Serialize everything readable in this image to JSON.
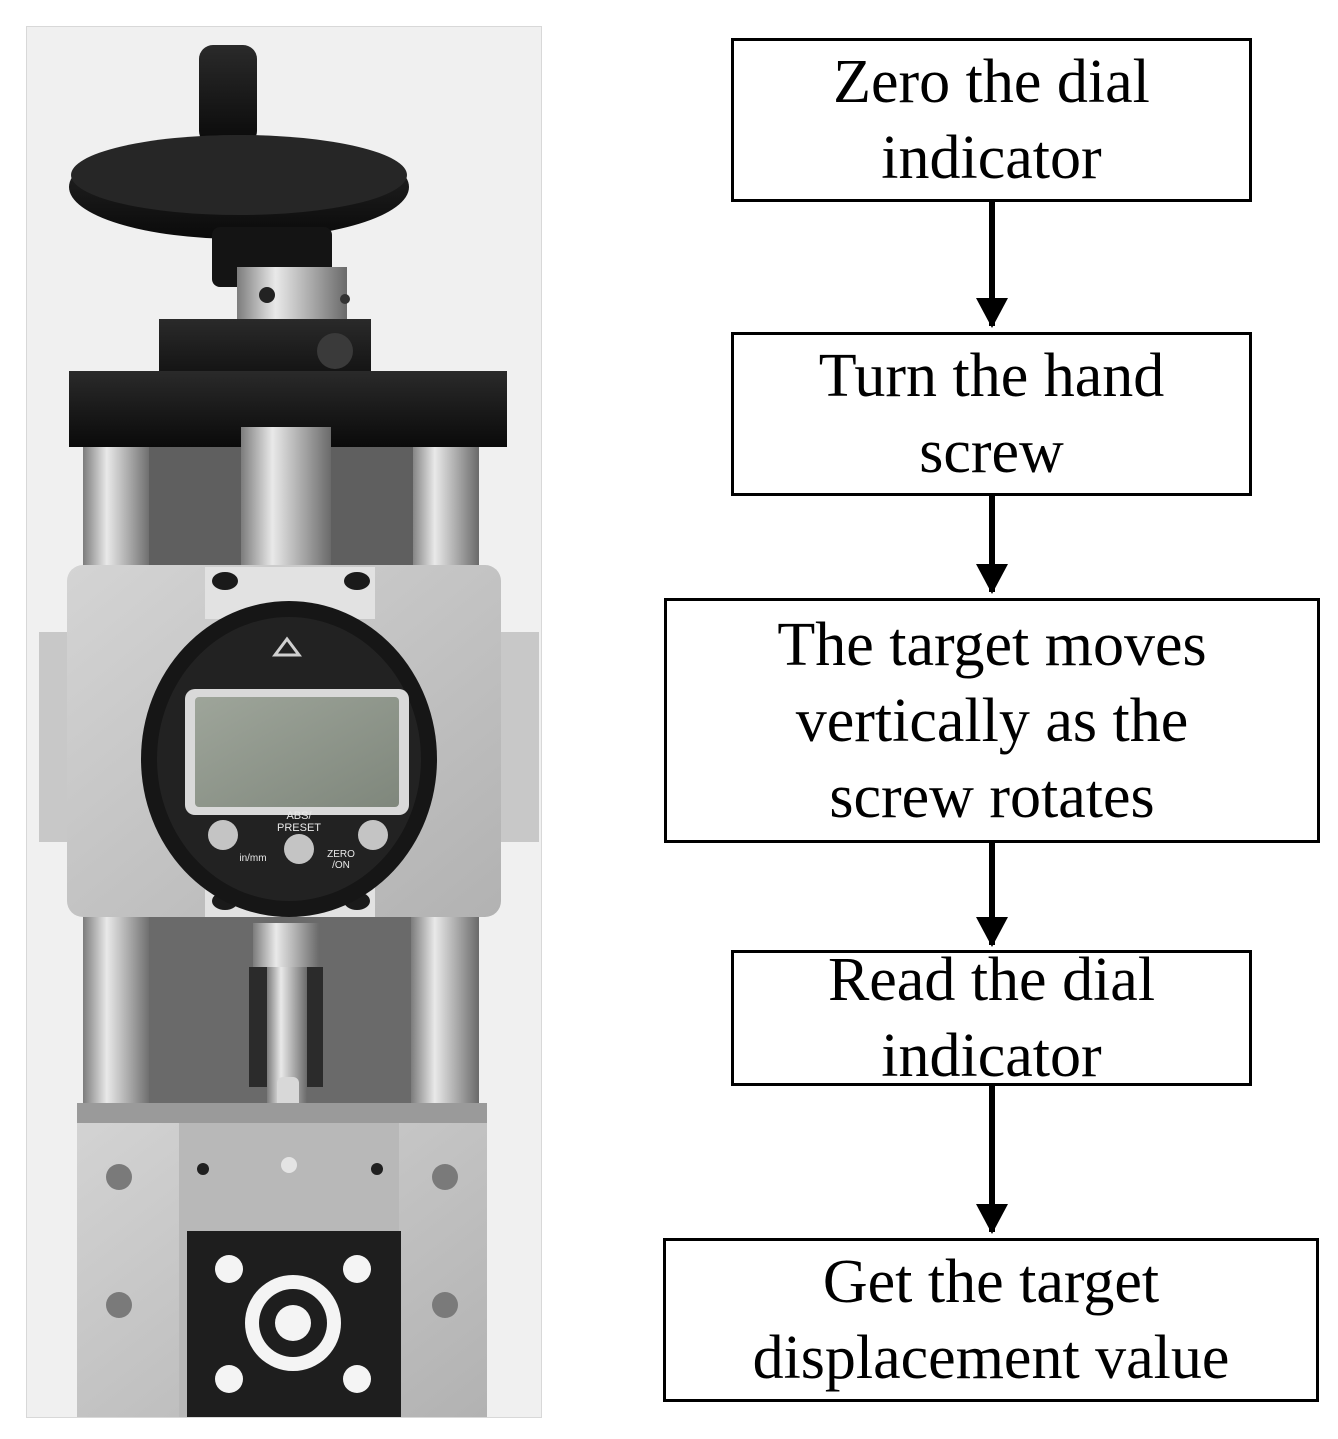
{
  "photo": {
    "dial_labels": {
      "abs_preset_line1": "ABS/",
      "abs_preset_line2": "PRESET",
      "in_mm": "in/mm",
      "zero_on_line1": "ZERO",
      "zero_on_line2": "/ON"
    }
  },
  "flowchart": {
    "steps": [
      {
        "text": "Zero the dial\nindicator"
      },
      {
        "text": "Turn  the hand\nscrew"
      },
      {
        "text": "The target moves\nvertically as the\nscrew rotates"
      },
      {
        "text": "Read the dial\nindicator"
      },
      {
        "text": "Get the target\ndisplacement value"
      }
    ]
  }
}
